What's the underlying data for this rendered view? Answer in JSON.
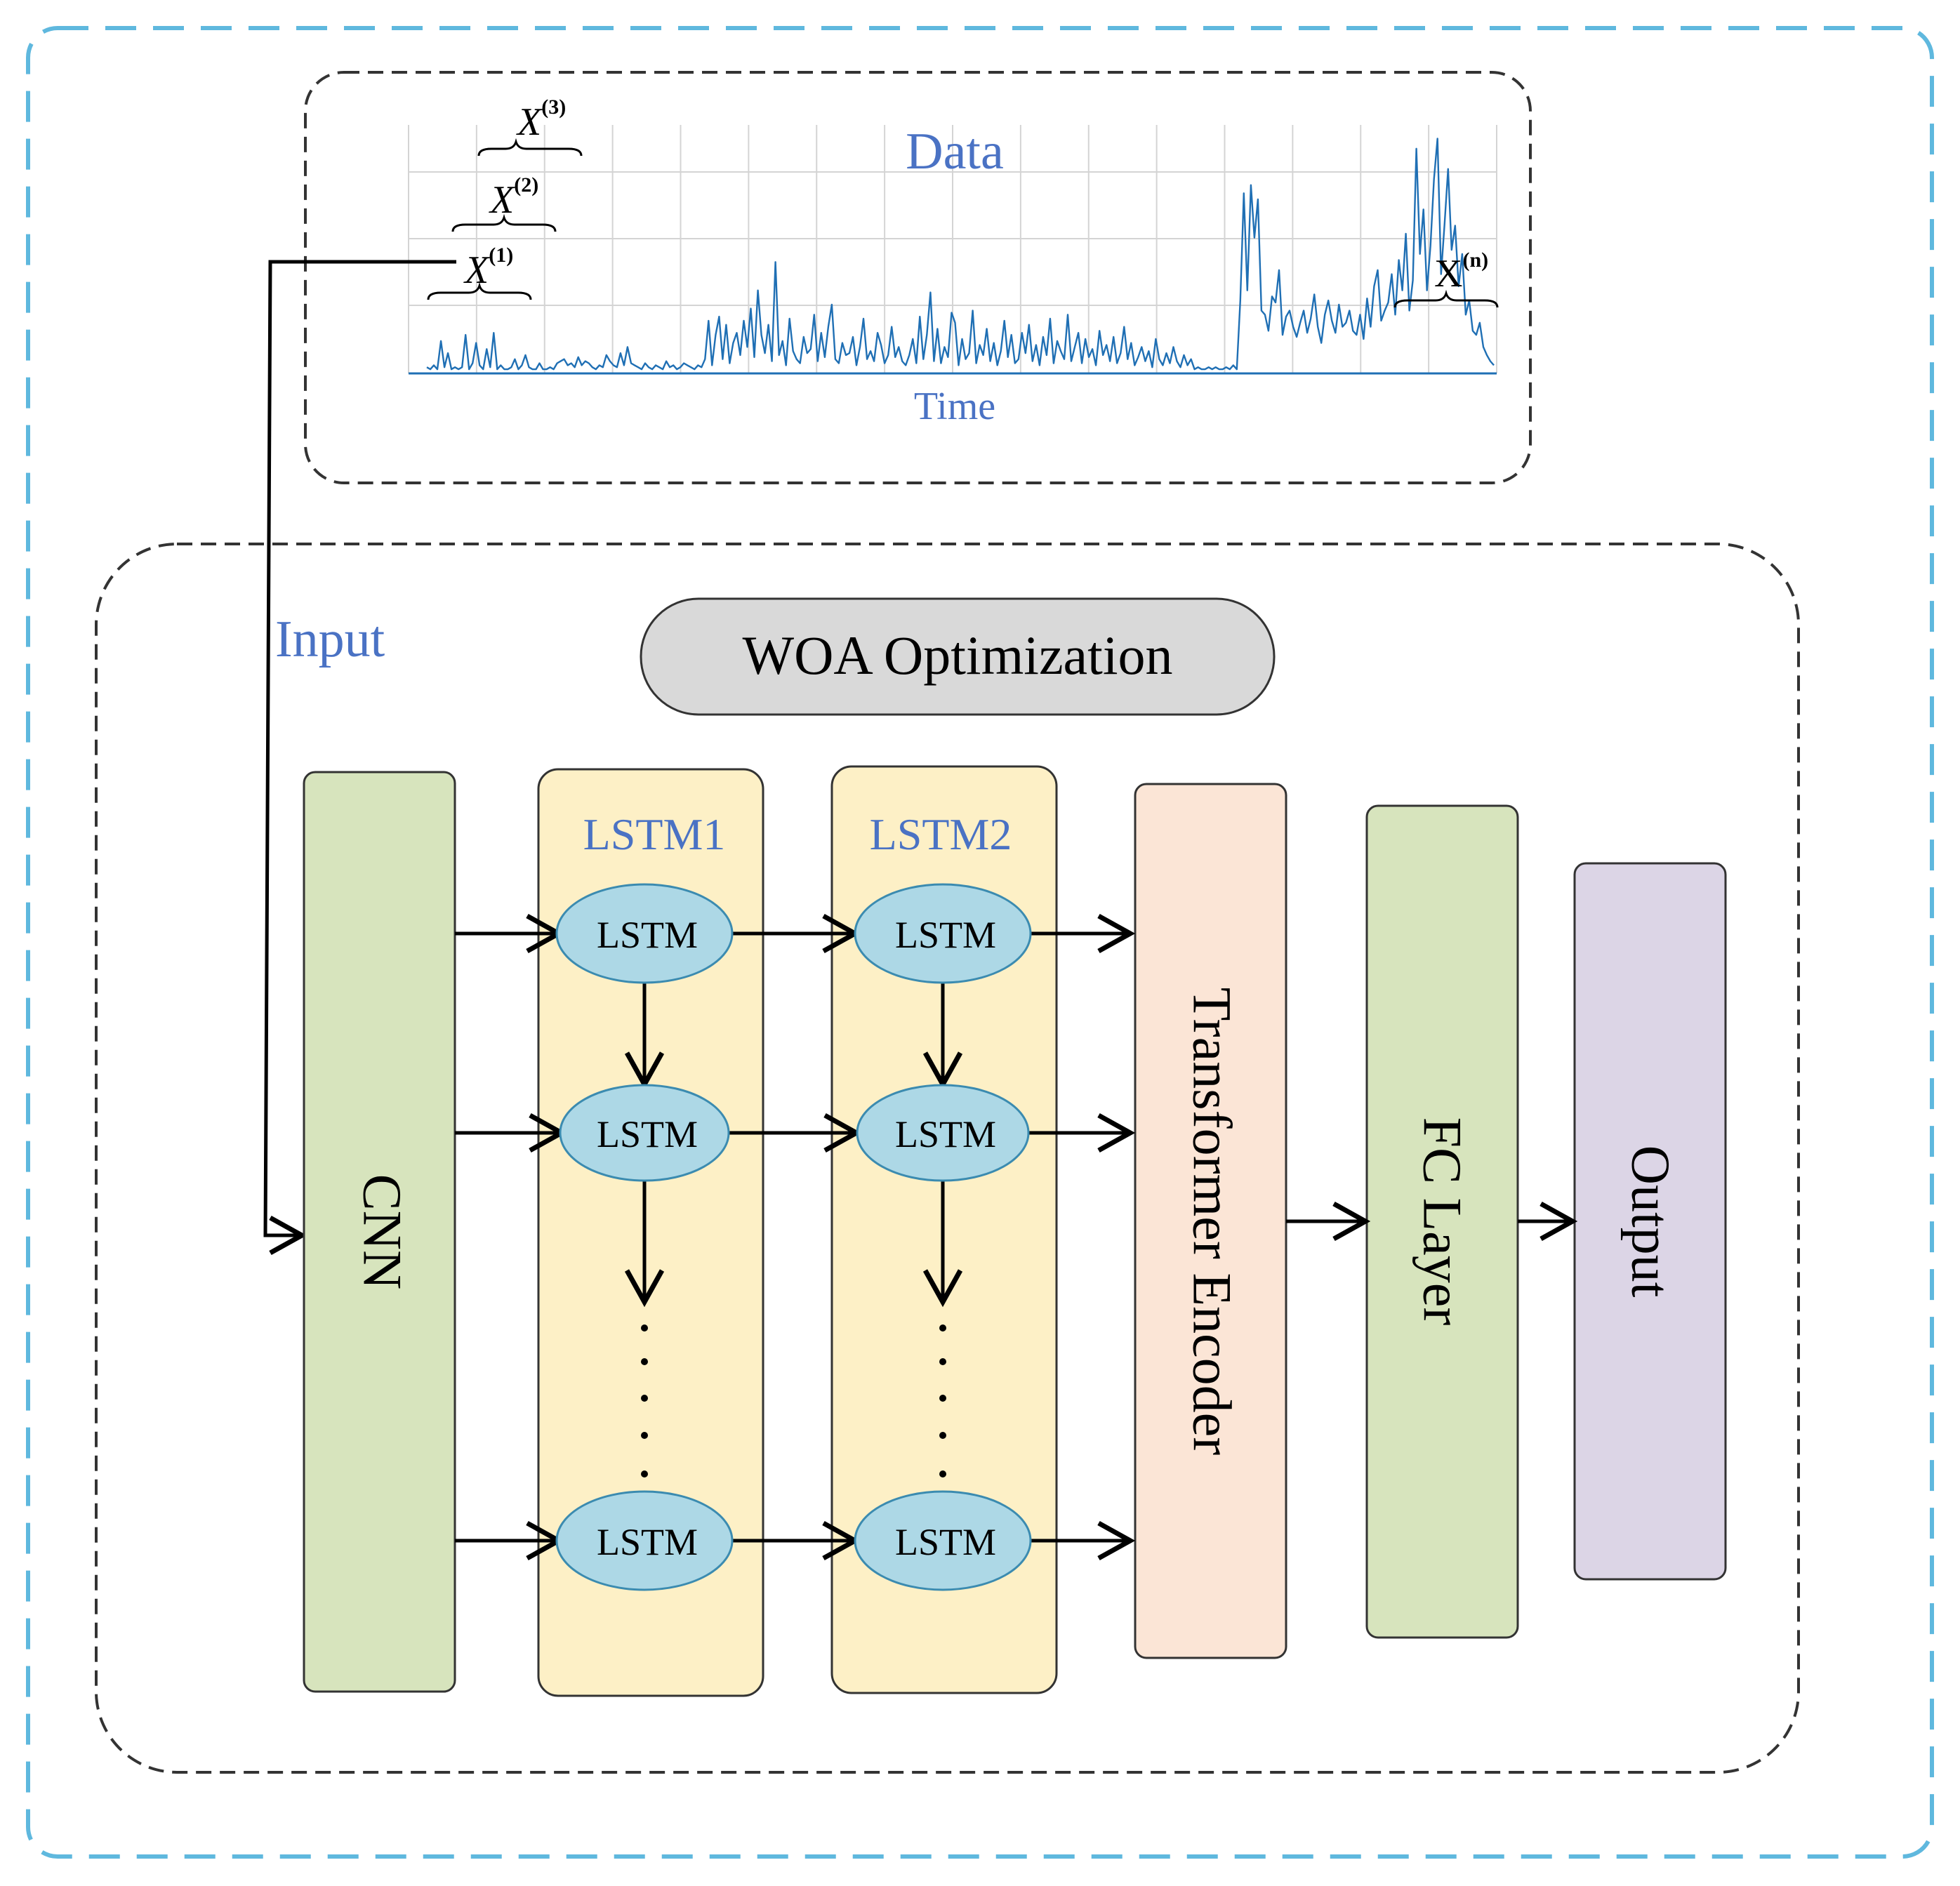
{
  "colors": {
    "outer_border": "#5fb8de",
    "inner_border": "#333333",
    "label_blue": "#4a72c4",
    "series_blue": "#1f6fb4",
    "grid_gray": "#d4d4d4",
    "woa_fill": "#d9d9d9",
    "cnn_fill": "#d7e4bd",
    "lstm_col_fill": "#fdf0c6",
    "lstm_node_fill": "#add8e6",
    "transformer_fill": "#fbe5d6",
    "fc_fill": "#d7e4bd",
    "output_fill": "#dcd5e6"
  },
  "data_panel": {
    "title": "Data",
    "xlabel": "Time",
    "windows": [
      {
        "id": "x1",
        "label": "X",
        "sup": "(1)"
      },
      {
        "id": "x2",
        "label": "X",
        "sup": "(2)"
      },
      {
        "id": "x3",
        "label": "X",
        "sup": "(3)"
      },
      {
        "id": "xn",
        "label": "X",
        "sup": "(n)"
      }
    ]
  },
  "chart_data": {
    "type": "line",
    "title": "Data",
    "xlabel": "Time",
    "ylabel": "",
    "grid": true,
    "series": [
      {
        "values": [
          2,
          1,
          3,
          1,
          15,
          2,
          9,
          1,
          2,
          1,
          2,
          18,
          1,
          4,
          14,
          3,
          1,
          11,
          2,
          19,
          1,
          3,
          1,
          1,
          2,
          6,
          1,
          3,
          8,
          2,
          1,
          1,
          4,
          1,
          1,
          2,
          1,
          4,
          5,
          6,
          3,
          4,
          2,
          7,
          3,
          5,
          4,
          2,
          1,
          3,
          2,
          8,
          5,
          3,
          2,
          9,
          3,
          12,
          4,
          3,
          2,
          1,
          4,
          2,
          1,
          3,
          2,
          1,
          5,
          2,
          3,
          1,
          2,
          4,
          3,
          2,
          1,
          3,
          2,
          6,
          25,
          3,
          18,
          27,
          6,
          23,
          4,
          14,
          19,
          8,
          25,
          12,
          31,
          7,
          40,
          18,
          9,
          23,
          5,
          54,
          8,
          15,
          3,
          26,
          10,
          6,
          4,
          17,
          9,
          11,
          28,
          5,
          19,
          7,
          22,
          33,
          6,
          4,
          14,
          8,
          9,
          17,
          3,
          12,
          26,
          6,
          10,
          5,
          19,
          13,
          4,
          8,
          22,
          7,
          12,
          5,
          3,
          8,
          16,
          4,
          27,
          6,
          18,
          39,
          5,
          21,
          4,
          12,
          7,
          29,
          24,
          3,
          16,
          6,
          9,
          30,
          4,
          13,
          8,
          21,
          5,
          14,
          3,
          10,
          25,
          7,
          18,
          4,
          6,
          19,
          9,
          23,
          5,
          13,
          3,
          17,
          8,
          26,
          4,
          15,
          10,
          6,
          28,
          5,
          12,
          19,
          4,
          16,
          7,
          11,
          3,
          20,
          8,
          13,
          5,
          17,
          4,
          9,
          22,
          6,
          14,
          3,
          7,
          12,
          5,
          10,
          2,
          16,
          6,
          3,
          9,
          4,
          12,
          5,
          2,
          8,
          3,
          6,
          1,
          2,
          1,
          1,
          2,
          1,
          2,
          1,
          1,
          2,
          1,
          3,
          1,
          35,
          88,
          40,
          92,
          66,
          85,
          30,
          28,
          20,
          37,
          34,
          50,
          18,
          27,
          30,
          22,
          17,
          24,
          30,
          19,
          26,
          38,
          22,
          14,
          28,
          35,
          25,
          19,
          33,
          22,
          24,
          30,
          20,
          18,
          28,
          16,
          36,
          22,
          42,
          50,
          25,
          30,
          34,
          48,
          28,
          55,
          40,
          68,
          30,
          45,
          110,
          58,
          80,
          40,
          62,
          95,
          115,
          48,
          73,
          100,
          60,
          72,
          42,
          58,
          28,
          35,
          20,
          18,
          24,
          12,
          8,
          5,
          3
        ]
      }
    ]
  },
  "model": {
    "input_label": "Input",
    "woa_label": "WOA Optimization",
    "cnn_label": "CNN",
    "lstm1_title": "LSTM1",
    "lstm2_title": "LSTM2",
    "lstm_node_label": "LSTM",
    "transformer_label": "Transformer Encoder",
    "fc_label": "FC Layer",
    "output_label": "Output"
  }
}
